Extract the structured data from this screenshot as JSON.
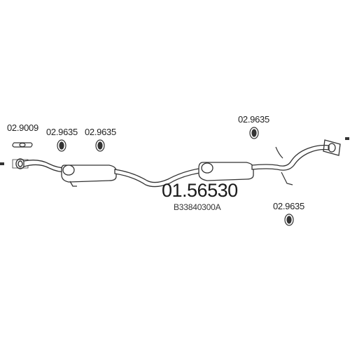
{
  "parts": {
    "clamp_front": "02.9009",
    "hanger_1": "02.9635",
    "hanger_2": "02.9635",
    "hanger_3": "02.9635",
    "hanger_4": "02.9635"
  },
  "main_part_number": "01.56530",
  "oe_number": "B33840300A",
  "colors": {
    "line": "#333333",
    "background": "#ffffff"
  }
}
